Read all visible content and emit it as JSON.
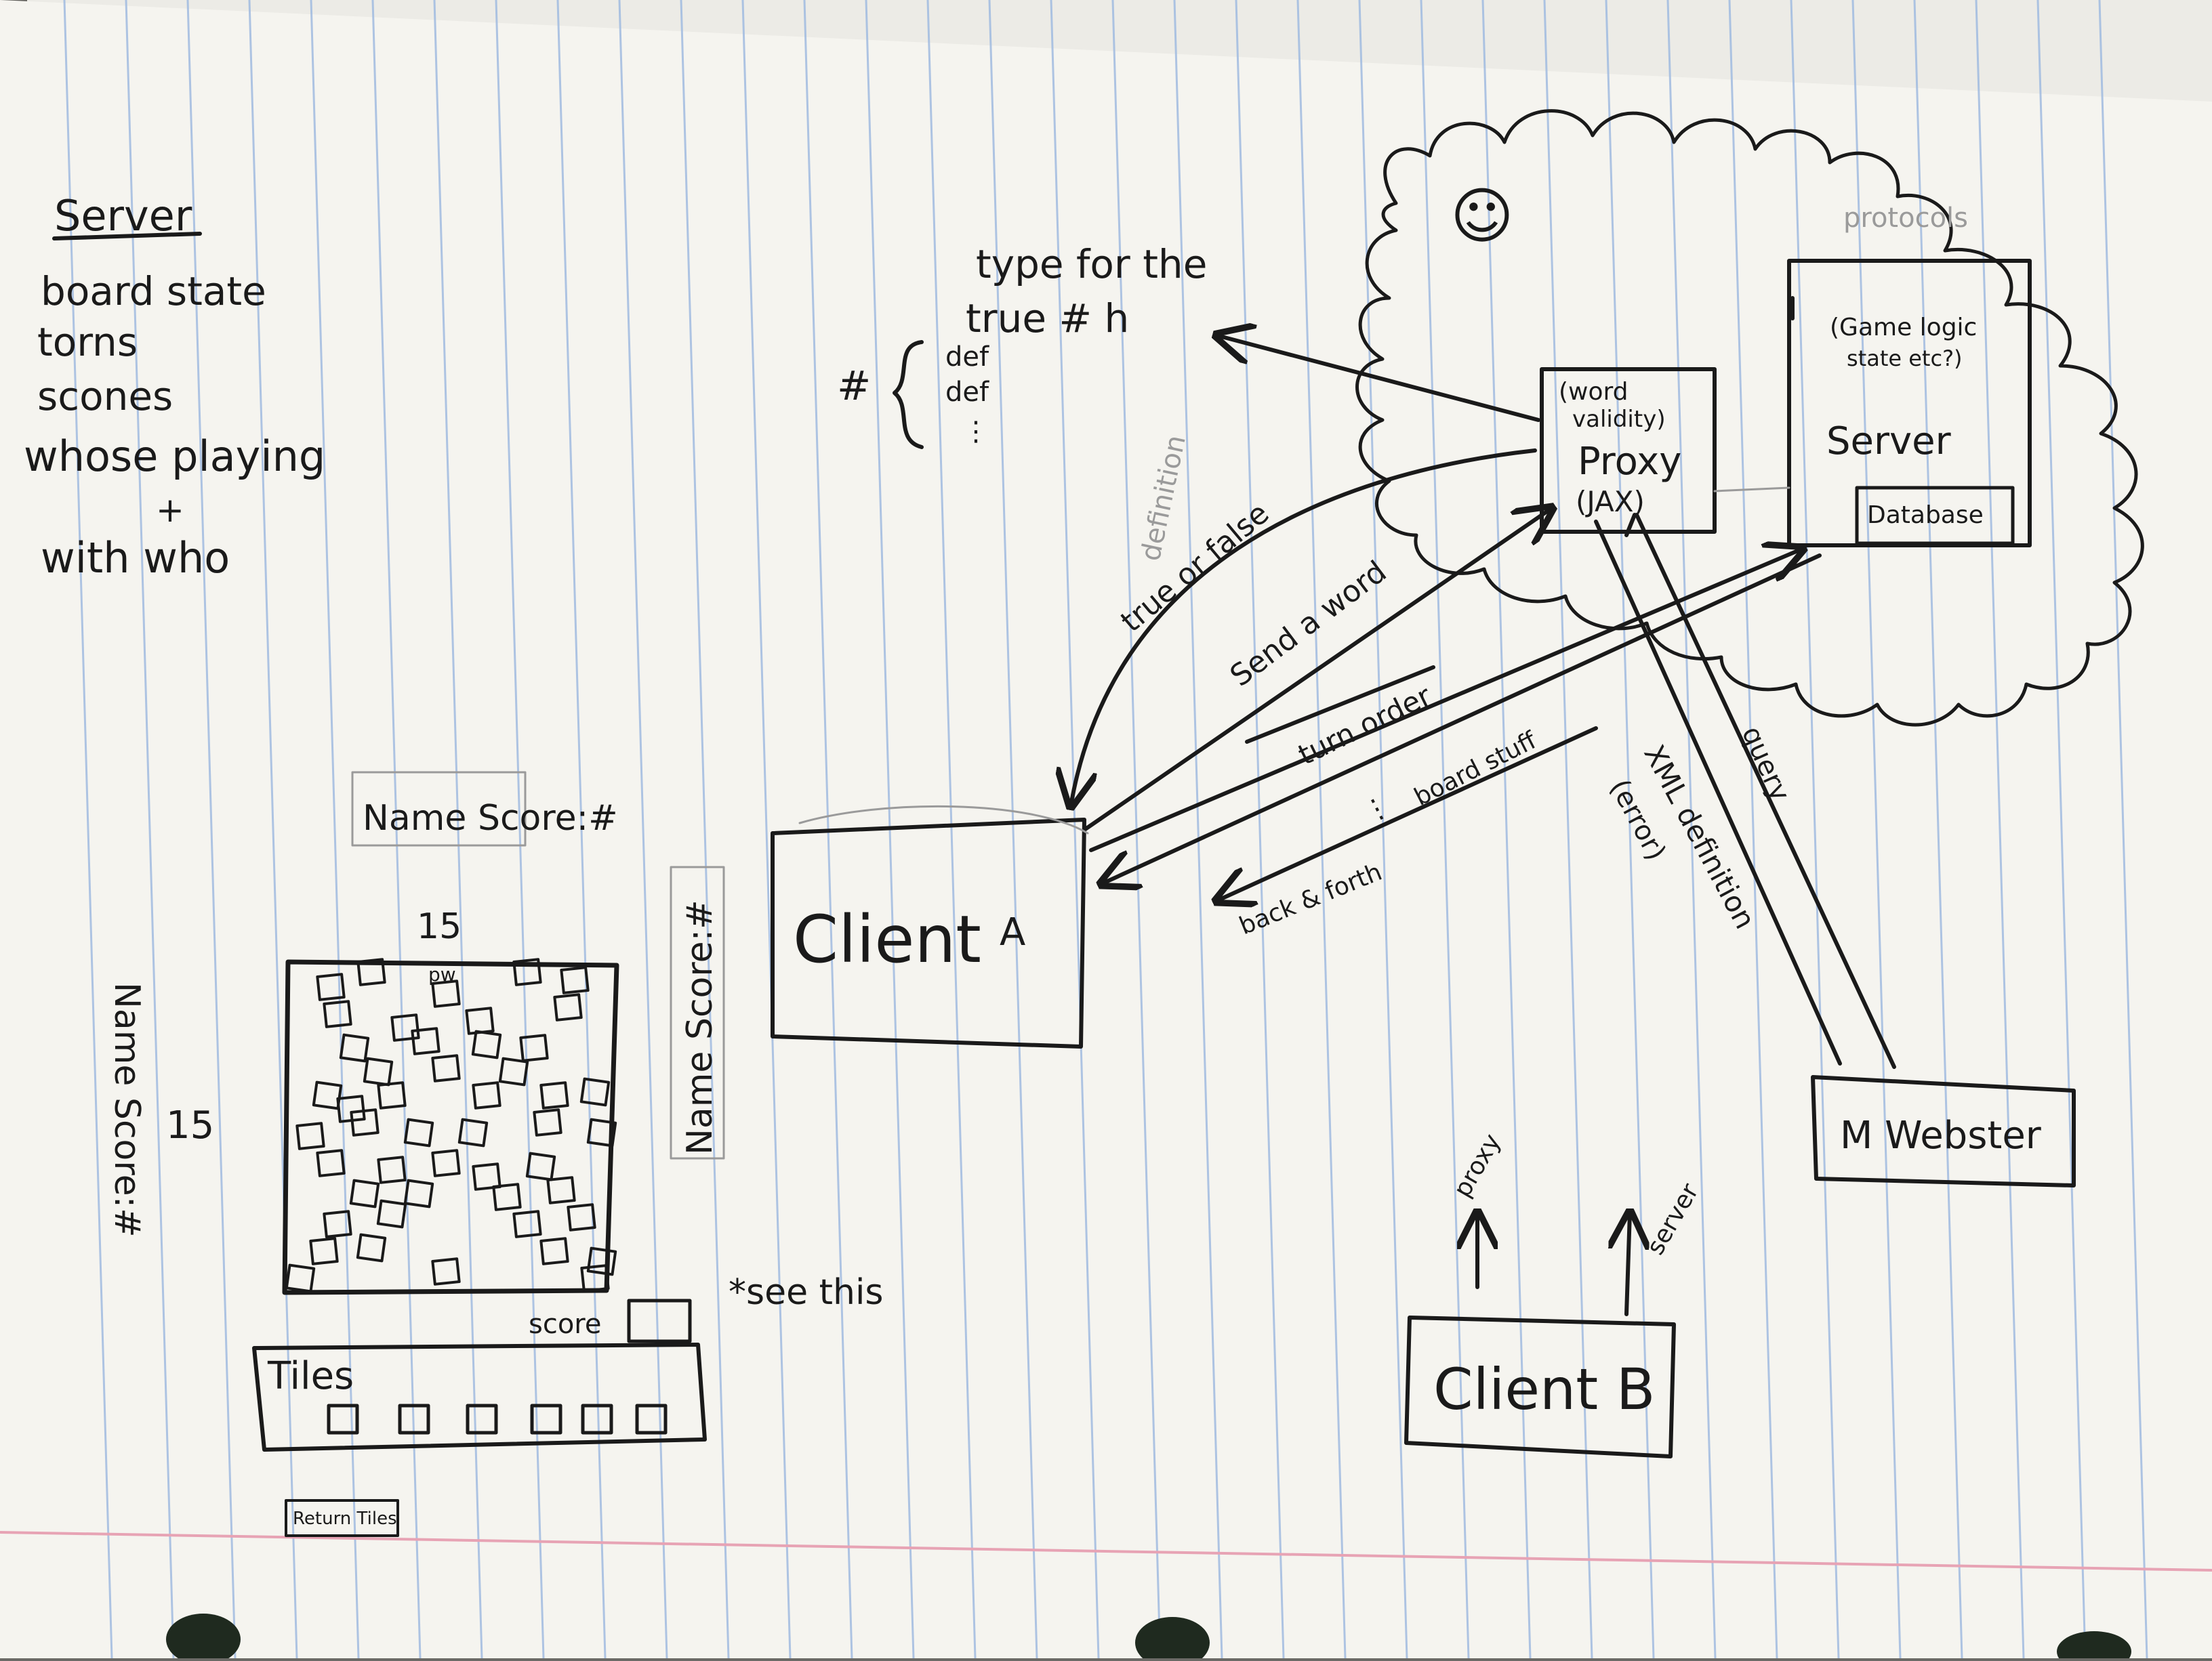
{
  "colors": {
    "paper": "#f5f4ef",
    "rule": "#9cb8e0",
    "margin": "#e7a3b4",
    "ink": "#1a1a1a",
    "pencil": "#9a9a9a"
  },
  "server_notes": {
    "heading": "Server",
    "items": [
      "board state",
      "torns",
      "scones",
      "whose playing",
      "+",
      "with who"
    ]
  },
  "cloud": {
    "smiley": "☺",
    "protocols": "protocols",
    "server_box": {
      "note_line1": "(Game logic",
      "note_line2": "state etc?)",
      "label": "Server",
      "database": "Database"
    },
    "proxy_box": {
      "note_line1": "(word",
      "note_line2": "validity)",
      "label": "Proxy",
      "sub": "(JAX)"
    }
  },
  "definition_note": {
    "line1": "type for the",
    "line2": "true # h",
    "hash": "#",
    "entry1": "def",
    "entry2": "def",
    "entry3": "⋮"
  },
  "arrow_labels": {
    "definition": "definition",
    "true_or_false": "true or false",
    "send_word": "Send a word",
    "turn_order": "turn order",
    "board_stuff": "board stuff",
    "ellipsis": "⋮",
    "back_forth": "back & forth",
    "xml_definition": "XML definition",
    "error": "(error)",
    "query": "query"
  },
  "client_a": {
    "label": "Client",
    "sub": "A"
  },
  "client_b": {
    "label": "Client B",
    "proxy": "proxy",
    "server": "server"
  },
  "mwebster": {
    "label": "M Webster"
  },
  "game_sketch": {
    "name_score_top": "Name Score:#",
    "name_score_right": "Name Score:#",
    "name_score_left": "Name Score:#",
    "size_top": "15",
    "size_left": "15",
    "center_mark": "pw",
    "score_label": "score",
    "see_this": "*see this",
    "tiles_label": "Tiles",
    "return_tiles": "Return Tiles"
  }
}
